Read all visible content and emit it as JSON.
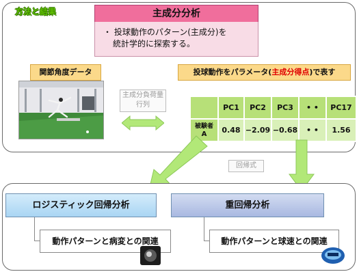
{
  "section_label": "方法と結果",
  "pca": {
    "title": "主成分分析",
    "bullet": "・",
    "line1": "投球動作のパターン(主成分)を",
    "line2": "統計学的に探索する。"
  },
  "joint_angle_label": "関節角度データ",
  "param_label": {
    "before": "投球動作をパラメータ(",
    "highlight": "主成分得点",
    "after": ")で表す"
  },
  "loading_matrix_label": {
    "line1": "主成分負荷量",
    "line2": "行列"
  },
  "table": {
    "headers": [
      "PC1",
      "PC2",
      "PC3",
      "• •",
      "PC17"
    ],
    "row_label_line1": "被験者",
    "row_label_line2": "A",
    "values": [
      "0.48",
      "−2.09",
      "−0.68",
      "• •",
      "1.56"
    ]
  },
  "regression_label": "回帰式",
  "logistic": {
    "title": "ロジスティック回帰分析",
    "sub": "動作パターンと病変との関連"
  },
  "multiple": {
    "title": "重回帰分析",
    "sub": "動作パターンと球速との関連"
  },
  "colors": {
    "green_label": "#5fbf00",
    "pca_title_bg": "#f06e9c",
    "pca_body_bg": "#f8dce6",
    "label_orange": "#fbd98a",
    "highlight_red": "#e00000",
    "table_light": "#d9f0b8",
    "table_dark": "#b7e078",
    "logistic_blue": "#b3dcf6",
    "multiple_blue": "#b8c6e6",
    "arrow_green": "#b2e878"
  }
}
